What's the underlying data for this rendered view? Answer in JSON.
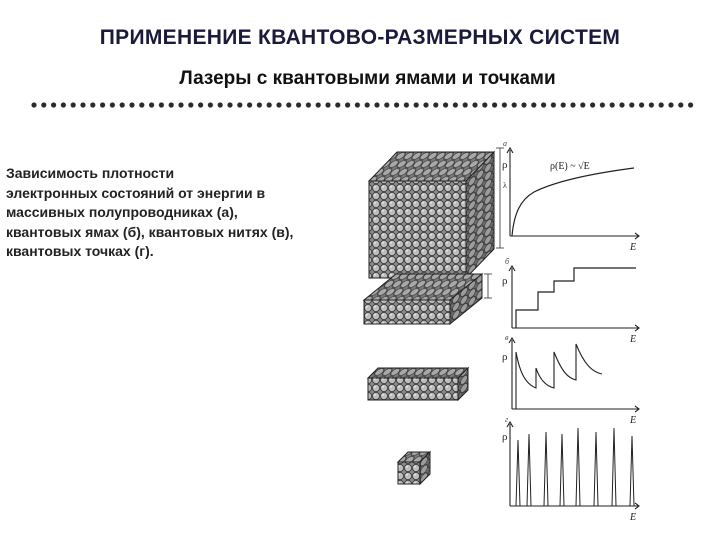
{
  "slide": {
    "title": "ПРИМЕНЕНИЕ КВАНТОВО-РАЗМЕРНЫХ СИСТЕМ",
    "subtitle": "Лазеры с квантовыми ямами и точками",
    "caption": "        Зависимость плотности\nэлектронных состояний от энергии в\nмассивных полупроводниках (а),\nквантовых ямах (б), квантовых нитях (в),\nквантовых точках (г)."
  },
  "figure": {
    "panels": [
      {
        "letter": "а",
        "ylabel": "ρ",
        "xlabel": "E",
        "formula": "ρ(E) ~ √E"
      },
      {
        "letter": "б",
        "ylabel": "ρ",
        "xlabel": "E"
      },
      {
        "letter": "в",
        "ylabel": "ρ",
        "xlabel": "E"
      },
      {
        "letter": "г",
        "ylabel": "ρ",
        "xlabel": "E"
      }
    ]
  },
  "colors": {
    "title": "#1a1a3a",
    "ink": "#222222",
    "sphere_fill": "#bdbdbd",
    "sphere_stroke": "#333333"
  }
}
